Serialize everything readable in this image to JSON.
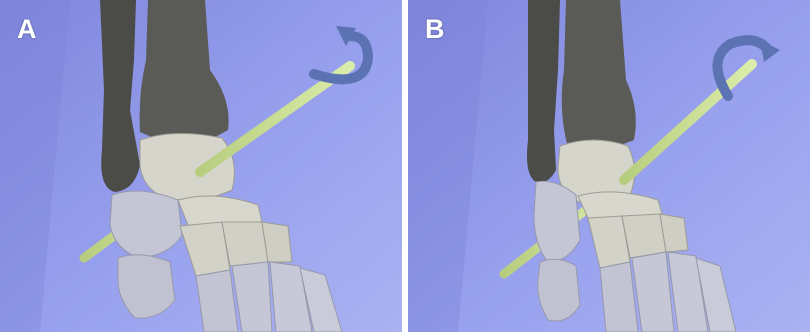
{
  "panels": [
    {
      "label": "A",
      "rotation": "counterclockwise"
    },
    {
      "label": "B",
      "rotation": "clockwise"
    }
  ],
  "colors": {
    "background": "#8f97e8",
    "bone_light": "#d7d6cc",
    "bone_dark": "#4f4f4c",
    "bone_blue": "#c3c6d6",
    "axis_rod": "#c9e08e",
    "arrow": "#5b73b3"
  }
}
